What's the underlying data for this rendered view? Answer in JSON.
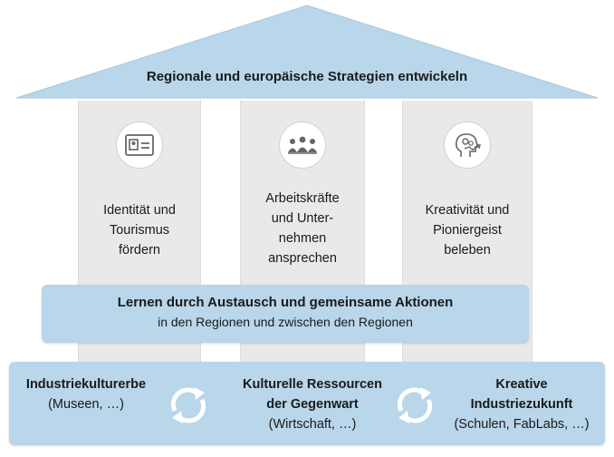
{
  "roof": {
    "title": "Regionale und europäische Strategien entwickeln",
    "color": "#b9d6ea"
  },
  "pillars": [
    {
      "icon": "id-card-icon",
      "lines": [
        "Identität und",
        "Tourismus",
        "fördern"
      ]
    },
    {
      "icon": "people-group-icon",
      "lines": [
        "Arbeitskräfte",
        "und Unter-",
        "nehmen",
        "ansprechen"
      ]
    },
    {
      "icon": "creative-head-icon",
      "lines": [
        "Kreativität und",
        "Pioniergeist",
        "beleben"
      ]
    }
  ],
  "learn_band": {
    "line1": "Lernen durch Austausch und gemeinsame Aktionen",
    "line2": "in den Regionen und zwischen den Regionen"
  },
  "foundation": {
    "blocks": [
      {
        "bold": [
          "Industriekulturerbe"
        ],
        "normal": "(Museen, …)"
      },
      {
        "bold": [
          "Kulturelle Ressourcen",
          "der Gegenwart"
        ],
        "normal": "(Wirtschaft, …)"
      },
      {
        "bold": [
          "Kreative",
          "Industriezukunft"
        ],
        "normal": "(Schulen, FabLabs, …)"
      }
    ],
    "connector_icon": "cycle-arrows-icon",
    "color": "#b9d6ea"
  }
}
